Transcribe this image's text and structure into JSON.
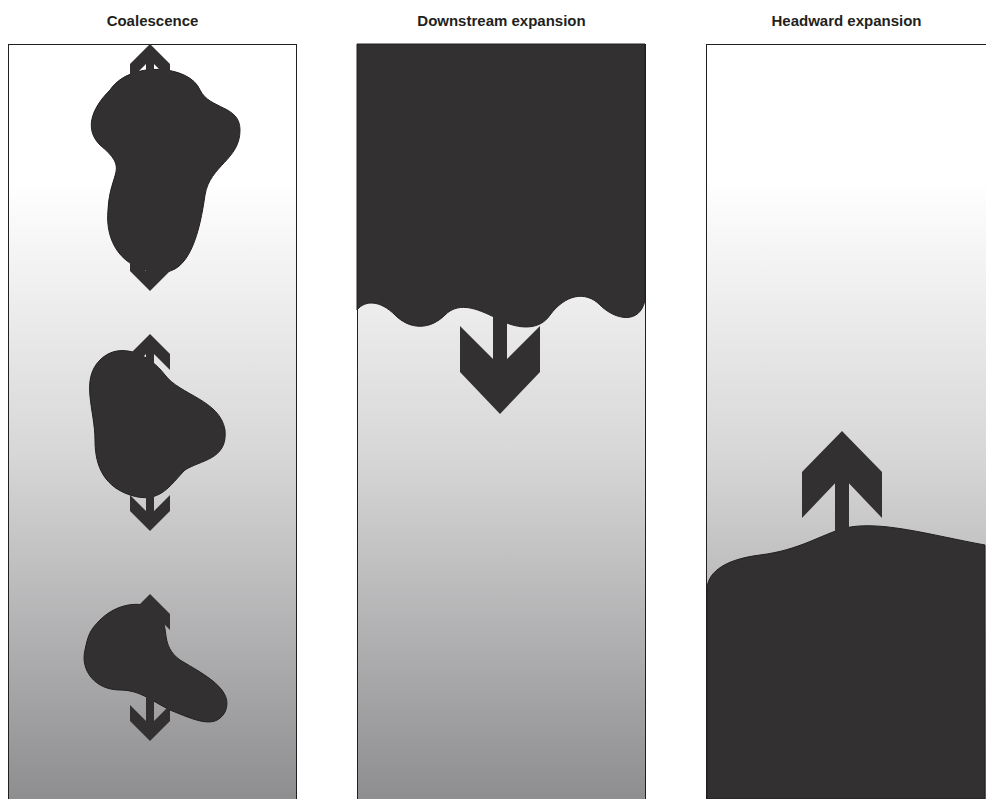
{
  "diagram": {
    "nodes": [
      {
        "text": [
          "Coalescence"
        ]
      },
      {
        "text": [
          "Downstream expansion"
        ]
      },
      {
        "text": [
          "Headward expansion"
        ]
      }
    ]
  }
}
